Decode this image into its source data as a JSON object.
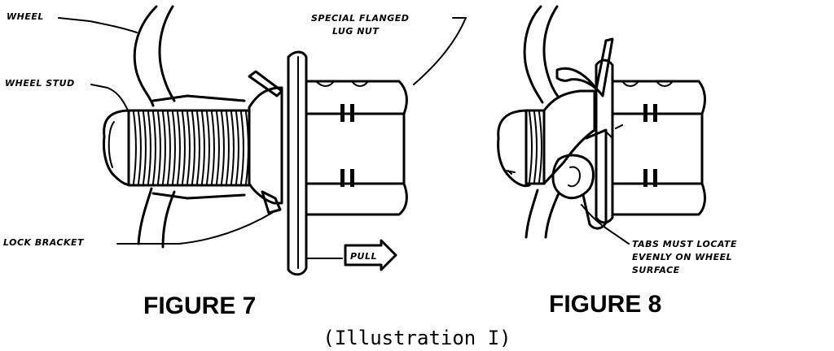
{
  "figure7": {
    "title": "FIGURE 7",
    "labels": {
      "wheel": "WHEEL",
      "wheel_stud": "WHEEL STUD",
      "lock_bracket": "LOCK BRACKET",
      "nut_line1": "SPECIAL FLANGED",
      "nut_line2": "LUG NUT",
      "pull": "PULL"
    }
  },
  "figure8": {
    "title": "FIGURE 8",
    "labels": {
      "tabs_line1": "TABS MUST LOCATE",
      "tabs_line2": "EVENLY ON WHEEL",
      "tabs_line3": "SURFACE"
    }
  },
  "caption": "(Illustration I)"
}
